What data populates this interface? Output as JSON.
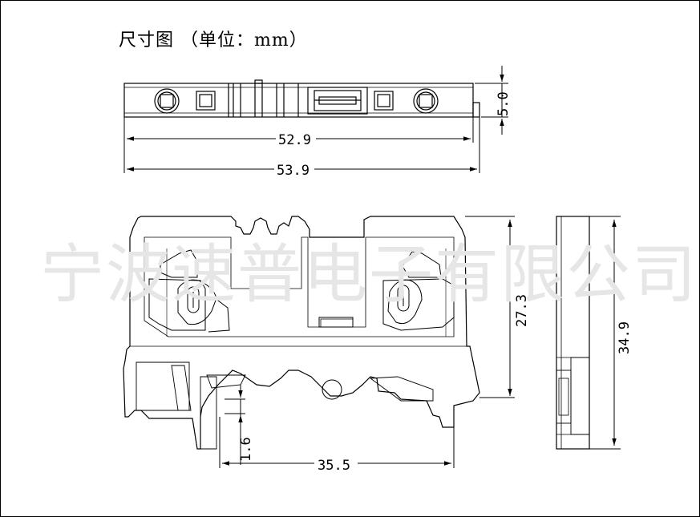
{
  "title": "尺寸图  （单位：mm）",
  "watermark": "宁波速普电子有限公司",
  "dimensions": {
    "top_height": "5.0",
    "width_inner": "52.9",
    "width_outer": "53.9",
    "front_height": "27.3",
    "side_height": "34.9",
    "foot_height": "1.6",
    "base_width": "35.5"
  }
}
